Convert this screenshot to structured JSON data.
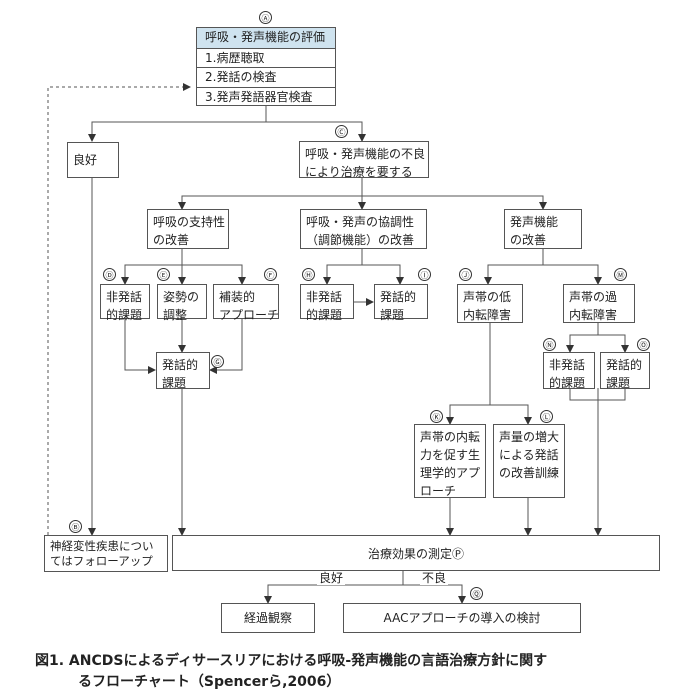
{
  "evaluation": {
    "title": "呼吸・発声機能の評価",
    "items": [
      "1.病歴聴取",
      "2.発話の検査",
      "3.発声発語器官検査"
    ]
  },
  "nodes": {
    "good": [
      "良好"
    ],
    "poor": [
      "呼吸・発声機能の不良",
      "により治療を要する"
    ],
    "resp_support": [
      "呼吸の支持性",
      "の改善"
    ],
    "coord": [
      "呼吸・発声の協調性",
      "（調節機能）の改善"
    ],
    "phon_func": [
      "発声機能",
      "の改善"
    ],
    "ns_tasks_a": [
      "非発話",
      "的課題"
    ],
    "posture": [
      "姿勢の",
      "調整"
    ],
    "prosthetic": [
      "補装的",
      "アプローチ"
    ],
    "sp_tasks_a": [
      "発話的",
      "課題"
    ],
    "ns_tasks_b": [
      "非発話",
      "的課題"
    ],
    "sp_tasks_b": [
      "発話的",
      "課題"
    ],
    "hypo": [
      "声帯の低",
      "内転障害"
    ],
    "hyper": [
      "声帯の過",
      "内転障害"
    ],
    "ns_tasks_c": [
      "非発話",
      "的課題"
    ],
    "sp_tasks_c": [
      "発話的",
      "課題"
    ],
    "physio": [
      "声帯の内転",
      "力を促す生",
      "理学的アプ",
      "ローチ"
    ],
    "loudness": [
      "声量の増大",
      "による発話",
      "の改善訓練"
    ],
    "neuro": [
      "神経変性疾患につい",
      "てはフォローアップ"
    ],
    "measure": [
      "治療効果の測定Ⓟ"
    ],
    "observe": [
      "経過観察"
    ],
    "aac": [
      "AACアプローチの導入の検討"
    ]
  },
  "markers": [
    "Ⓐ",
    "Ⓑ",
    "Ⓒ",
    "Ⓓ",
    "Ⓔ",
    "Ⓕ",
    "Ⓖ",
    "Ⓗ",
    "Ⓘ",
    "Ⓙ",
    "Ⓚ",
    "Ⓛ",
    "Ⓜ",
    "Ⓝ",
    "Ⓞ",
    "Ⓠ"
  ],
  "edge_labels": {
    "good": "良好",
    "poor": "不良"
  },
  "caption": [
    "図1. ANCDSによるディサースリアにおける呼吸‐発声機能の言語治療方針に関す",
    "るフローチャート（Spencerら,2006）"
  ],
  "colors": {
    "header_fill": "#cfe3ef",
    "line": "#555555"
  }
}
